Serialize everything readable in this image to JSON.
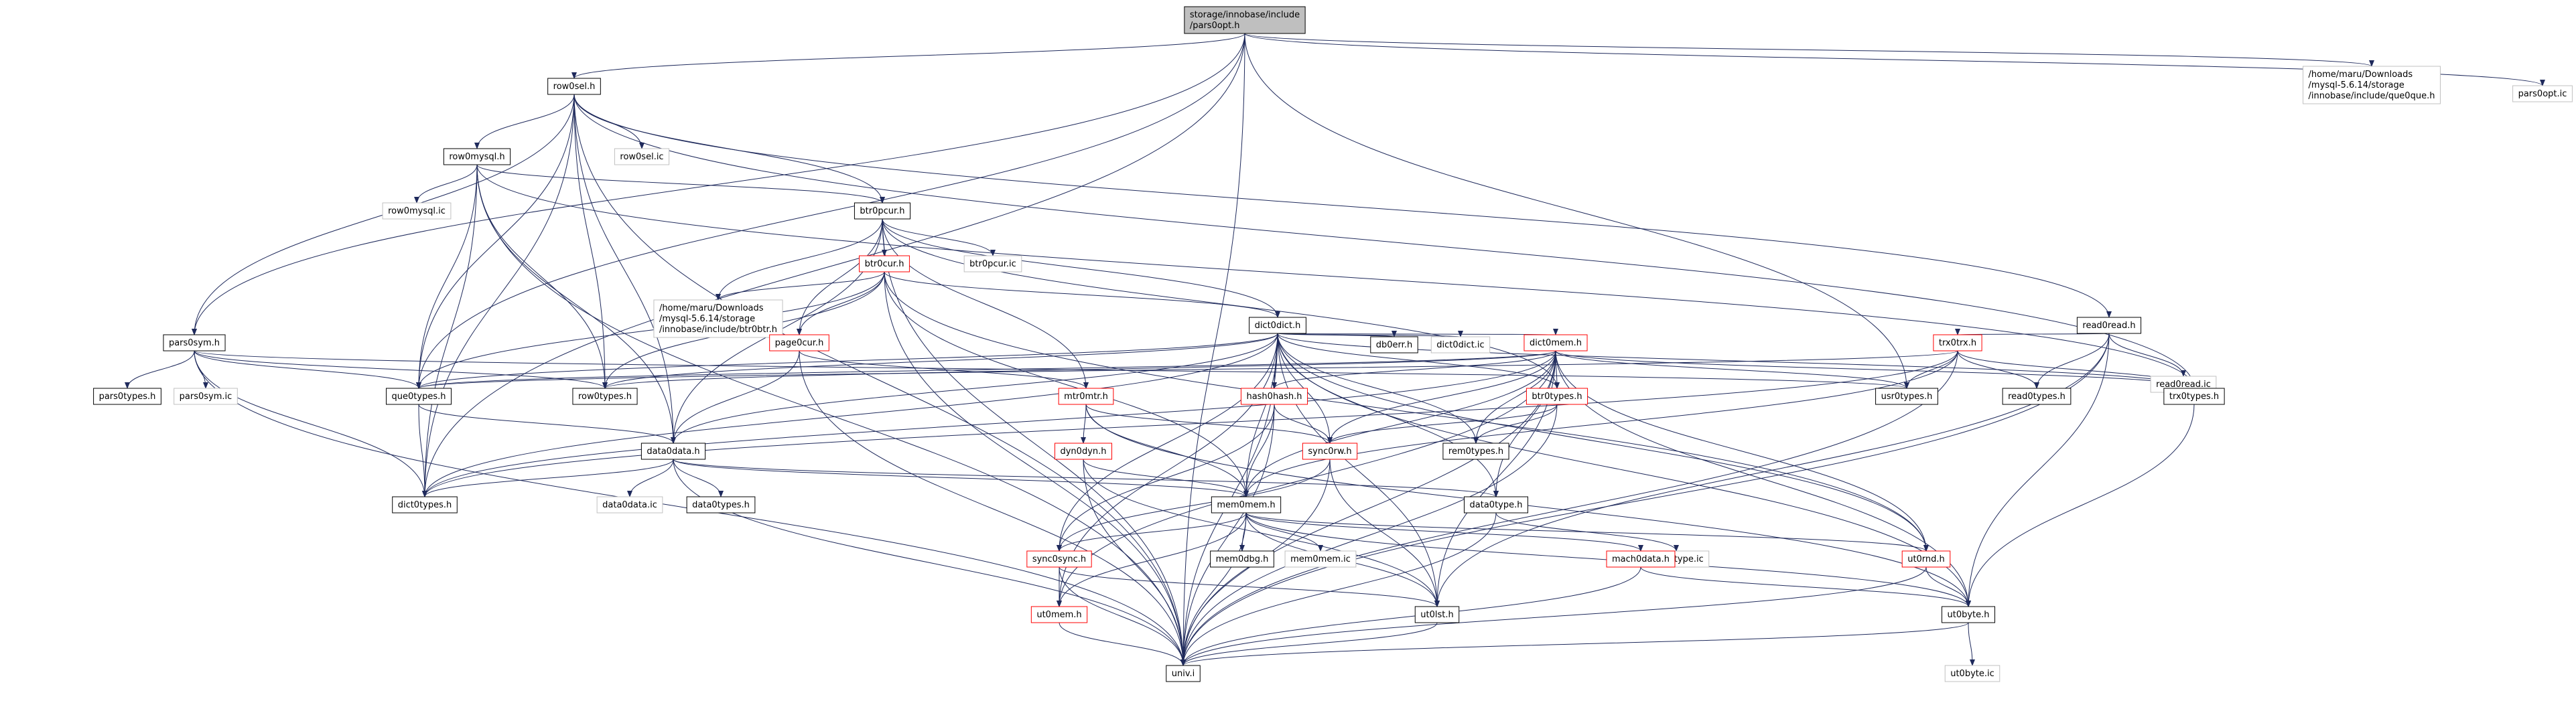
{
  "colors": {
    "edge": "#1f2a5c",
    "edge_red": "#ff0000",
    "edge_gray": "#c0c0c0",
    "node_border": "#000000",
    "node_red": "#ff0000",
    "node_gray": "#c0c0c0",
    "root_fill": "#bfbfbf",
    "text": "#000000"
  },
  "nodes": [
    {
      "id": "pars0opt_h",
      "lines": [
        "storage/innobase/include",
        "/pars0opt.h"
      ],
      "style": "root"
    },
    {
      "id": "row0sel_h",
      "lines": [
        "row0sel.h"
      ],
      "style": "black"
    },
    {
      "id": "home_que0que",
      "lines": [
        "/home/maru/Downloads",
        "/mysql-5.6.14/storage",
        "/innobase/include/que0que.h"
      ],
      "style": "gray"
    },
    {
      "id": "pars0opt_ic",
      "lines": [
        "pars0opt.ic"
      ],
      "style": "gray"
    },
    {
      "id": "row0mysql_h",
      "lines": [
        "row0mysql.h"
      ],
      "style": "black"
    },
    {
      "id": "row0sel_ic",
      "lines": [
        "row0sel.ic"
      ],
      "style": "gray"
    },
    {
      "id": "row0mysql_ic",
      "lines": [
        "row0mysql.ic"
      ],
      "style": "gray"
    },
    {
      "id": "btr0pcur_h",
      "lines": [
        "btr0pcur.h"
      ],
      "style": "black"
    },
    {
      "id": "btr0cur_h",
      "lines": [
        "btr0cur.h"
      ],
      "style": "red"
    },
    {
      "id": "btr0pcur_ic",
      "lines": [
        "btr0pcur.ic"
      ],
      "style": "gray"
    },
    {
      "id": "home_btr0btr",
      "lines": [
        "/home/maru/Downloads",
        "/mysql-5.6.14/storage",
        "/innobase/include/btr0btr.h"
      ],
      "style": "gray"
    },
    {
      "id": "dict0dict_h",
      "lines": [
        "dict0dict.h"
      ],
      "style": "black"
    },
    {
      "id": "read0read_h",
      "lines": [
        "read0read.h"
      ],
      "style": "black"
    },
    {
      "id": "read0read_ic",
      "lines": [
        "read0read.ic"
      ],
      "style": "gray"
    },
    {
      "id": "pars0sym_h",
      "lines": [
        "pars0sym.h"
      ],
      "style": "black"
    },
    {
      "id": "pars0types_h",
      "lines": [
        "pars0types.h"
      ],
      "style": "black"
    },
    {
      "id": "pars0sym_ic",
      "lines": [
        "pars0sym.ic"
      ],
      "style": "gray"
    },
    {
      "id": "que0types_h",
      "lines": [
        "que0types.h"
      ],
      "style": "black"
    },
    {
      "id": "row0types_h",
      "lines": [
        "row0types.h"
      ],
      "style": "black"
    },
    {
      "id": "page0cur_h",
      "lines": [
        "page0cur.h"
      ],
      "style": "red"
    },
    {
      "id": "db0err_h",
      "lines": [
        "db0err.h"
      ],
      "style": "black"
    },
    {
      "id": "dict0dict_ic",
      "lines": [
        "dict0dict.ic"
      ],
      "style": "gray"
    },
    {
      "id": "dict0mem_h",
      "lines": [
        "dict0mem.h"
      ],
      "style": "red"
    },
    {
      "id": "trx0trx_h",
      "lines": [
        "trx0trx.h"
      ],
      "style": "red"
    },
    {
      "id": "usr0types_h",
      "lines": [
        "usr0types.h"
      ],
      "style": "black"
    },
    {
      "id": "read0types_h",
      "lines": [
        "read0types.h"
      ],
      "style": "black"
    },
    {
      "id": "trx0types_h",
      "lines": [
        "trx0types.h"
      ],
      "style": "black"
    },
    {
      "id": "mtr0mtr_h",
      "lines": [
        "mtr0mtr.h"
      ],
      "style": "red"
    },
    {
      "id": "hash0hash_h",
      "lines": [
        "hash0hash.h"
      ],
      "style": "red"
    },
    {
      "id": "btr0types_h",
      "lines": [
        "btr0types.h"
      ],
      "style": "red"
    },
    {
      "id": "data0data_h",
      "lines": [
        "data0data.h"
      ],
      "style": "black"
    },
    {
      "id": "dyn0dyn_h",
      "lines": [
        "dyn0dyn.h"
      ],
      "style": "red"
    },
    {
      "id": "sync0rw_h",
      "lines": [
        "sync0rw.h"
      ],
      "style": "red"
    },
    {
      "id": "rem0types_h",
      "lines": [
        "rem0types.h"
      ],
      "style": "black"
    },
    {
      "id": "dict0types_h",
      "lines": [
        "dict0types.h"
      ],
      "style": "black"
    },
    {
      "id": "data0data_ic",
      "lines": [
        "data0data.ic"
      ],
      "style": "gray"
    },
    {
      "id": "data0types_h",
      "lines": [
        "data0types.h"
      ],
      "style": "black"
    },
    {
      "id": "mem0mem_h",
      "lines": [
        "mem0mem.h"
      ],
      "style": "black"
    },
    {
      "id": "data0type_h",
      "lines": [
        "data0type.h"
      ],
      "style": "black"
    },
    {
      "id": "data0type_ic",
      "lines": [
        "data0type.ic"
      ],
      "style": "gray"
    },
    {
      "id": "mem0dbg_h",
      "lines": [
        "mem0dbg.h"
      ],
      "style": "black"
    },
    {
      "id": "mem0mem_ic",
      "lines": [
        "mem0mem.ic"
      ],
      "style": "gray"
    },
    {
      "id": "mach0data_h",
      "lines": [
        "mach0data.h"
      ],
      "style": "red"
    },
    {
      "id": "ut0rnd_h",
      "lines": [
        "ut0rnd.h"
      ],
      "style": "red"
    },
    {
      "id": "sync0sync_h",
      "lines": [
        "sync0sync.h"
      ],
      "style": "red"
    },
    {
      "id": "ut0lst_h",
      "lines": [
        "ut0lst.h"
      ],
      "style": "black"
    },
    {
      "id": "ut0byte_h",
      "lines": [
        "ut0byte.h"
      ],
      "style": "black"
    },
    {
      "id": "ut0mem_h",
      "lines": [
        "ut0mem.h"
      ],
      "style": "red"
    },
    {
      "id": "univ_i",
      "lines": [
        "univ.i"
      ],
      "style": "black"
    },
    {
      "id": "ut0byte_ic",
      "lines": [
        "ut0byte.ic"
      ],
      "style": "gray"
    }
  ],
  "edges": [
    [
      "pars0opt_h",
      "row0sel_h"
    ],
    [
      "pars0opt_h",
      "home_que0que"
    ],
    [
      "pars0opt_h",
      "pars0opt_ic"
    ],
    [
      "pars0opt_h",
      "pars0sym_h"
    ],
    [
      "pars0opt_h",
      "que0types_h"
    ],
    [
      "pars0opt_h",
      "dict0types_h"
    ],
    [
      "pars0opt_h",
      "usr0types_h"
    ],
    [
      "pars0opt_h",
      "univ_i"
    ],
    [
      "row0sel_h",
      "row0mysql_h"
    ],
    [
      "row0sel_h",
      "row0sel_ic"
    ],
    [
      "row0sel_h",
      "btr0pcur_h"
    ],
    [
      "row0sel_h",
      "read0read_h"
    ],
    [
      "row0sel_h",
      "pars0sym_h"
    ],
    [
      "row0sel_h",
      "que0types_h"
    ],
    [
      "row0sel_h",
      "row0types_h"
    ],
    [
      "row0sel_h",
      "dict0types_h"
    ],
    [
      "row0sel_h",
      "data0data_h"
    ],
    [
      "row0sel_h",
      "trx0types_h"
    ],
    [
      "row0sel_h",
      "univ_i"
    ],
    [
      "row0mysql_h",
      "row0mysql_ic"
    ],
    [
      "row0mysql_h",
      "btr0pcur_h"
    ],
    [
      "row0mysql_h",
      "que0types_h"
    ],
    [
      "row0mysql_h",
      "row0types_h"
    ],
    [
      "row0mysql_h",
      "data0data_h"
    ],
    [
      "row0mysql_h",
      "dict0types_h"
    ],
    [
      "row0mysql_h",
      "trx0types_h"
    ],
    [
      "row0mysql_h",
      "univ_i"
    ],
    [
      "btr0pcur_h",
      "btr0cur_h"
    ],
    [
      "btr0pcur_h",
      "btr0pcur_ic"
    ],
    [
      "btr0pcur_h",
      "home_btr0btr"
    ],
    [
      "btr0pcur_h",
      "dict0dict_h"
    ],
    [
      "btr0pcur_h",
      "page0cur_h"
    ],
    [
      "btr0pcur_h",
      "data0data_h"
    ],
    [
      "btr0pcur_h",
      "mtr0mtr_h"
    ],
    [
      "btr0pcur_h",
      "btr0types_h"
    ],
    [
      "btr0pcur_h",
      "univ_i"
    ],
    [
      "btr0cur_h",
      "home_btr0btr"
    ],
    [
      "btr0cur_h",
      "dict0dict_h"
    ],
    [
      "btr0cur_h",
      "page0cur_h"
    ],
    [
      "btr0cur_h",
      "que0types_h"
    ],
    [
      "btr0cur_h",
      "row0types_h"
    ],
    [
      "btr0cur_h",
      "mem0mem_h"
    ],
    [
      "btr0cur_h",
      "ut0rnd_h"
    ],
    [
      "btr0cur_h",
      "univ_i"
    ],
    [
      "dict0dict_h",
      "db0err_h"
    ],
    [
      "dict0dict_h",
      "dict0dict_ic"
    ],
    [
      "dict0dict_h",
      "dict0mem_h"
    ],
    [
      "dict0dict_h",
      "row0types_h"
    ],
    [
      "dict0dict_h",
      "que0types_h"
    ],
    [
      "dict0dict_h",
      "dict0types_h"
    ],
    [
      "dict0dict_h",
      "data0data_h"
    ],
    [
      "dict0dict_h",
      "hash0hash_h"
    ],
    [
      "dict0dict_h",
      "mem0mem_h"
    ],
    [
      "dict0dict_h",
      "rem0types_h"
    ],
    [
      "dict0dict_h",
      "sync0sync_h"
    ],
    [
      "dict0dict_h",
      "sync0rw_h"
    ],
    [
      "dict0dict_h",
      "ut0mem_h"
    ],
    [
      "dict0dict_h",
      "ut0lst_h"
    ],
    [
      "dict0dict_h",
      "ut0rnd_h"
    ],
    [
      "dict0dict_h",
      "ut0byte_h"
    ],
    [
      "dict0dict_h",
      "trx0types_h"
    ],
    [
      "dict0dict_h",
      "data0type_h"
    ],
    [
      "dict0dict_h",
      "btr0types_h"
    ],
    [
      "dict0dict_h",
      "univ_i"
    ],
    [
      "read0read_h",
      "trx0trx_h"
    ],
    [
      "read0read_h",
      "read0types_h"
    ],
    [
      "read0read_h",
      "read0read_ic"
    ],
    [
      "read0read_h",
      "ut0byte_h"
    ],
    [
      "read0read_h",
      "ut0lst_h"
    ],
    [
      "read0read_h",
      "univ_i"
    ],
    [
      "trx0trx_h",
      "usr0types_h"
    ],
    [
      "trx0trx_h",
      "read0types_h"
    ],
    [
      "trx0trx_h",
      "trx0types_h"
    ],
    [
      "trx0trx_h",
      "que0types_h"
    ],
    [
      "trx0trx_h",
      "mem0mem_h"
    ],
    [
      "trx0trx_h",
      "dict0types_h"
    ],
    [
      "trx0trx_h",
      "univ_i"
    ],
    [
      "pars0sym_h",
      "pars0types_h"
    ],
    [
      "pars0sym_h",
      "pars0sym_ic"
    ],
    [
      "pars0sym_h",
      "que0types_h"
    ],
    [
      "pars0sym_h",
      "row0types_h"
    ],
    [
      "pars0sym_h",
      "usr0types_h"
    ],
    [
      "pars0sym_h",
      "dict0types_h"
    ],
    [
      "pars0sym_h",
      "univ_i"
    ],
    [
      "que0types_h",
      "data0data_h"
    ],
    [
      "que0types_h",
      "dict0types_h"
    ],
    [
      "page0cur_h",
      "data0data_h"
    ],
    [
      "page0cur_h",
      "mtr0mtr_h"
    ],
    [
      "page0cur_h",
      "univ_i"
    ],
    [
      "dict0mem_h",
      "hash0hash_h"
    ],
    [
      "dict0mem_h",
      "btr0types_h"
    ],
    [
      "dict0mem_h",
      "rem0types_h"
    ],
    [
      "dict0mem_h",
      "data0type_h"
    ],
    [
      "dict0mem_h",
      "mem0mem_h"
    ],
    [
      "dict0mem_h",
      "sync0rw_h"
    ],
    [
      "dict0mem_h",
      "ut0mem_h"
    ],
    [
      "dict0mem_h",
      "ut0lst_h"
    ],
    [
      "dict0mem_h",
      "ut0rnd_h"
    ],
    [
      "dict0mem_h",
      "ut0byte_h"
    ],
    [
      "dict0mem_h",
      "trx0types_h"
    ],
    [
      "dict0mem_h",
      "dict0types_h"
    ],
    [
      "dict0mem_h",
      "que0types_h"
    ],
    [
      "dict0mem_h",
      "row0types_h"
    ],
    [
      "dict0mem_h",
      "usr0types_h"
    ],
    [
      "dict0mem_h",
      "univ_i"
    ],
    [
      "mtr0mtr_h",
      "dyn0dyn_h"
    ],
    [
      "mtr0mtr_h",
      "sync0rw_h"
    ],
    [
      "mtr0mtr_h",
      "mem0mem_h"
    ],
    [
      "mtr0mtr_h",
      "ut0byte_h"
    ],
    [
      "hash0hash_h",
      "mem0mem_h"
    ],
    [
      "hash0hash_h",
      "sync0sync_h"
    ],
    [
      "hash0hash_h",
      "sync0rw_h"
    ],
    [
      "hash0hash_h",
      "univ_i"
    ],
    [
      "btr0types_h",
      "sync0rw_h"
    ],
    [
      "btr0types_h",
      "rem0types_h"
    ],
    [
      "btr0types_h",
      "univ_i"
    ],
    [
      "data0data_h",
      "data0data_ic"
    ],
    [
      "data0data_h",
      "data0types_h"
    ],
    [
      "data0data_h",
      "data0type_h"
    ],
    [
      "data0data_h",
      "mem0mem_h"
    ],
    [
      "data0data_h",
      "dict0types_h"
    ],
    [
      "data0data_h",
      "univ_i"
    ],
    [
      "dyn0dyn_h",
      "mem0mem_h"
    ],
    [
      "dyn0dyn_h",
      "ut0lst_h"
    ],
    [
      "dyn0dyn_h",
      "univ_i"
    ],
    [
      "sync0rw_h",
      "sync0sync_h"
    ],
    [
      "sync0rw_h",
      "ut0lst_h"
    ],
    [
      "sync0rw_h",
      "univ_i"
    ],
    [
      "trx0types_h",
      "ut0byte_h"
    ],
    [
      "mem0mem_h",
      "mem0dbg_h"
    ],
    [
      "mem0mem_h",
      "mem0mem_ic"
    ],
    [
      "mem0mem_h",
      "mach0data_h"
    ],
    [
      "mem0mem_h",
      "ut0rnd_h"
    ],
    [
      "mem0mem_h",
      "sync0sync_h"
    ],
    [
      "mem0mem_h",
      "ut0lst_h"
    ],
    [
      "mem0mem_h",
      "ut0byte_h"
    ],
    [
      "mem0mem_h",
      "ut0mem_h"
    ],
    [
      "mem0mem_h",
      "univ_i"
    ],
    [
      "data0type_h",
      "data0type_ic"
    ],
    [
      "data0type_h",
      "univ_i"
    ],
    [
      "mach0data_h",
      "ut0byte_h"
    ],
    [
      "mach0data_h",
      "univ_i"
    ],
    [
      "ut0rnd_h",
      "ut0byte_h"
    ],
    [
      "ut0rnd_h",
      "univ_i"
    ],
    [
      "sync0sync_h",
      "ut0mem_h"
    ],
    [
      "sync0sync_h",
      "ut0lst_h"
    ],
    [
      "sync0sync_h",
      "univ_i"
    ],
    [
      "ut0lst_h",
      "univ_i"
    ],
    [
      "ut0byte_h",
      "ut0byte_ic"
    ],
    [
      "ut0byte_h",
      "univ_i"
    ],
    [
      "ut0mem_h",
      "univ_i"
    ]
  ]
}
